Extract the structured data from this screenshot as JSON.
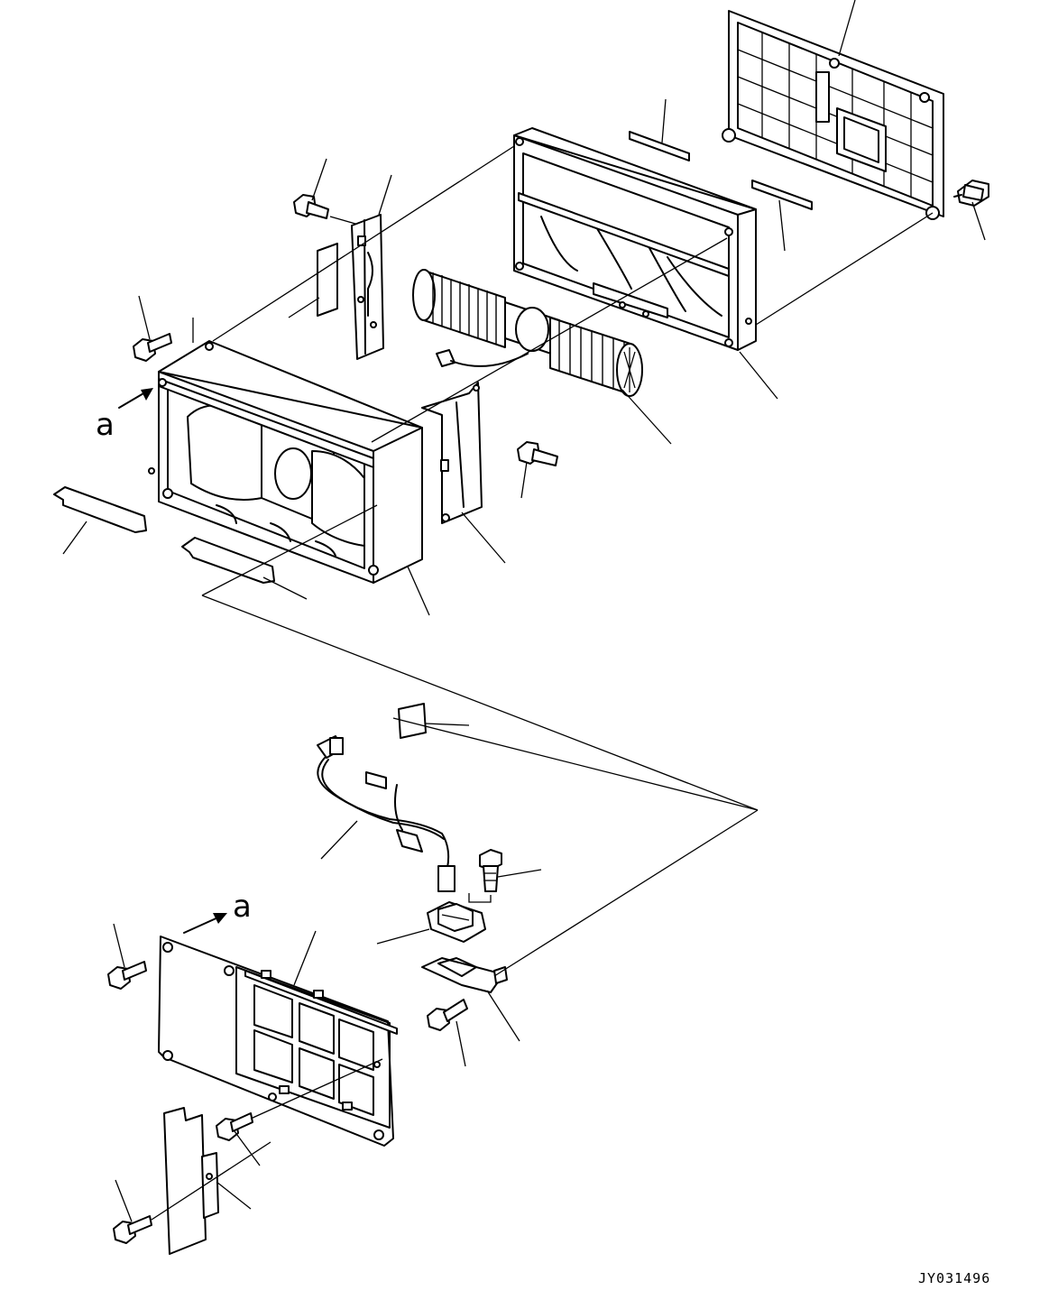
{
  "view_arrow_labels": [
    "a",
    "a"
  ],
  "drawing_code": "JY031496"
}
